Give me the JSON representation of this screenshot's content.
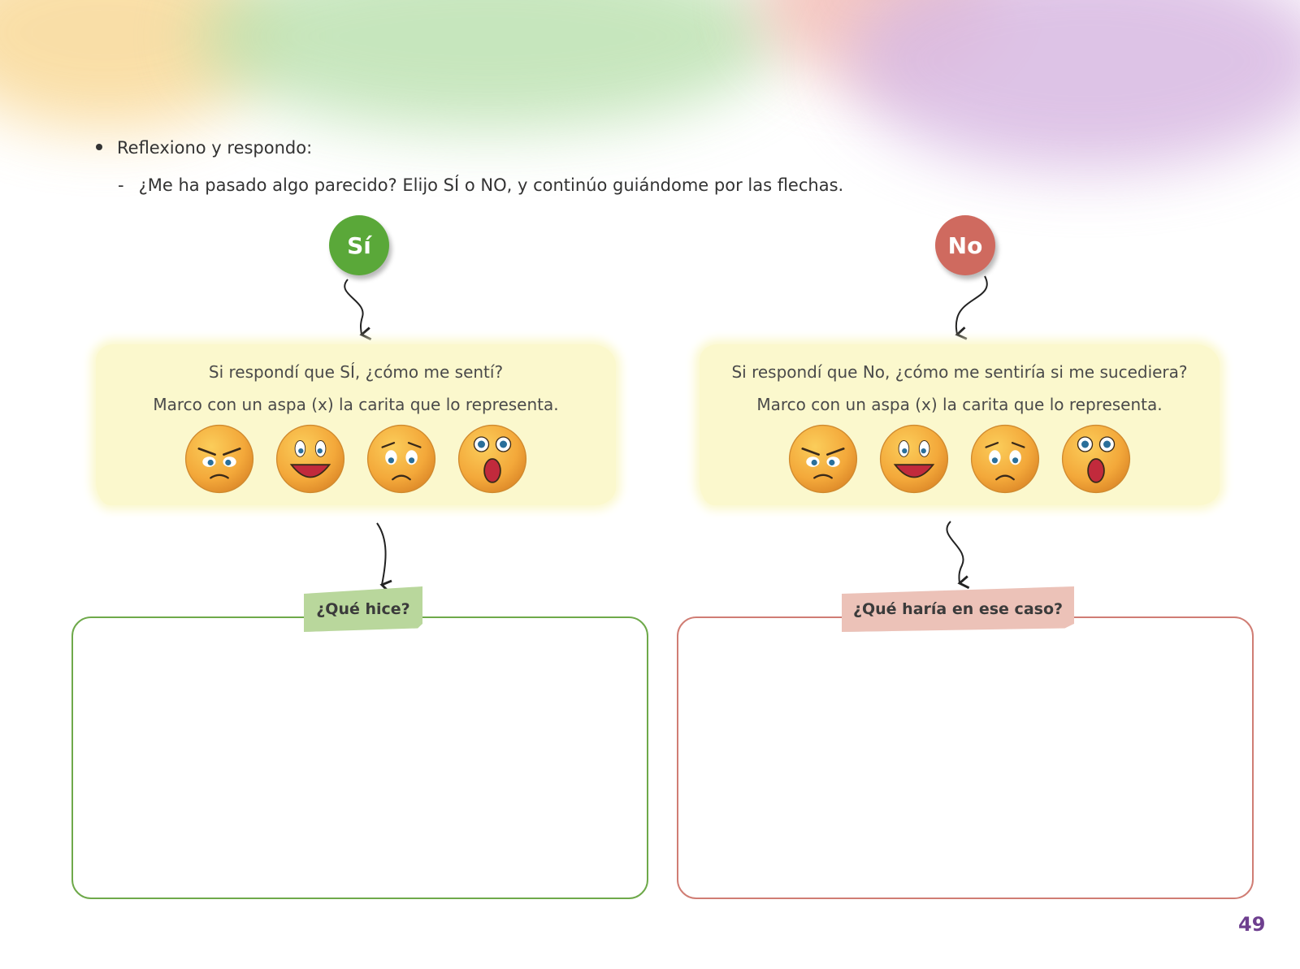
{
  "instructions": {
    "bullet": "Reflexiono y respondo:",
    "sub_dash": "-",
    "sub": "¿Me ha pasado algo parecido? Elijo SÍ o NO, y continúo guiándome por las flechas."
  },
  "options": {
    "yes": {
      "label": "Sí",
      "color": "#5aa839"
    },
    "no": {
      "label": "No",
      "color": "#cf6a5f"
    }
  },
  "panels": {
    "left": {
      "line1": "Si respondí que SÍ, ¿cómo me sentí?",
      "line2": "Marco con un aspa (x) la carita que lo representa."
    },
    "right": {
      "line1": "Si respondí que No, ¿cómo me sentiría si me sucediera?",
      "line2": "Marco con un aspa (x) la carita que lo representa."
    }
  },
  "faces": [
    "angry-face-icon",
    "happy-face-icon",
    "sad-face-icon",
    "surprised-face-icon"
  ],
  "boxes": {
    "left": {
      "tag": "¿Qué hice?",
      "color": "#6ea94a",
      "tag_color": "#b9d79c"
    },
    "right": {
      "tag": "¿Qué haría en ese caso?",
      "color": "#d07d74",
      "tag_color": "#ecc2b8"
    }
  },
  "page_number": "49"
}
